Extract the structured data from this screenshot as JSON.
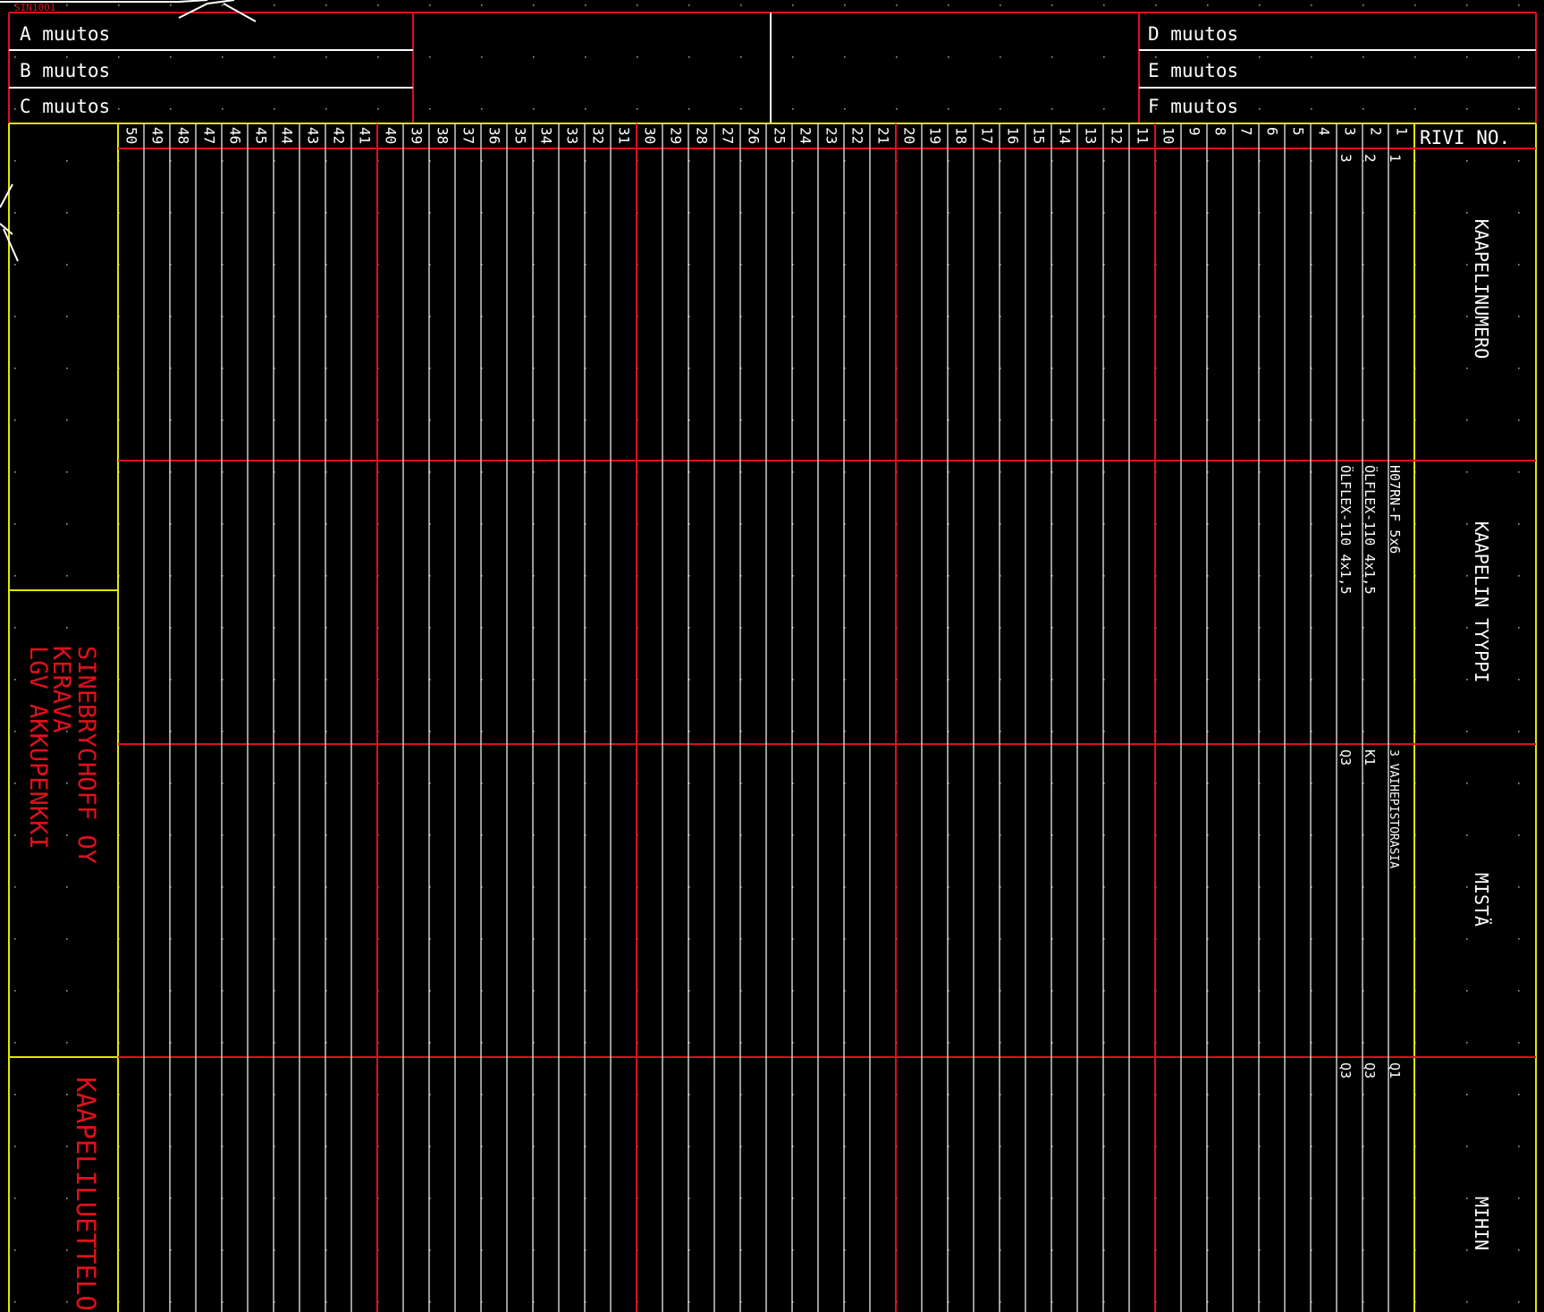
{
  "tag": "SIN1001",
  "revisions": {
    "left": [
      "A muutos",
      "B muutos",
      "C muutos"
    ],
    "right": [
      "D muutos",
      "E muutos",
      "F muutos"
    ]
  },
  "header": {
    "row_no_label": "RIVI NO.",
    "column_numbers": [
      "50",
      "49",
      "48",
      "47",
      "46",
      "45",
      "44",
      "43",
      "42",
      "41",
      "40",
      "39",
      "38",
      "37",
      "36",
      "35",
      "34",
      "33",
      "32",
      "31",
      "30",
      "29",
      "28",
      "27",
      "26",
      "25",
      "24",
      "23",
      "22",
      "21",
      "20",
      "19",
      "18",
      "17",
      "16",
      "15",
      "14",
      "13",
      "12",
      "11",
      "10",
      "9",
      "8",
      "7",
      "6",
      "5",
      "4",
      "3",
      "2",
      "1"
    ]
  },
  "sections": {
    "cable_number": "KAAPELINUMERO",
    "cable_type": "KAAPELIN TYYPPI",
    "from": "MISTÄ",
    "to": "MIHIN"
  },
  "title_block": {
    "company": "SINEBRYCHOFF OY",
    "location": "KERAVA",
    "project": "LGV AKKUPENKKI",
    "document": "KAAPELILUETTELO"
  },
  "rows": [
    {
      "row": "1",
      "cable_number": "1",
      "cable_type": "H07RN-F 5x6",
      "from": "3 VAIHEPISTORASIA",
      "to": "Q1"
    },
    {
      "row": "2",
      "cable_number": "2",
      "cable_type": "ÖLFLEX-110 4x1,5",
      "from": "K1",
      "to": "Q3"
    },
    {
      "row": "3",
      "cable_number": "3",
      "cable_type": "ÖLFLEX-110 4x1,5",
      "from": "Q3",
      "to": "Q3"
    }
  ],
  "colors": {
    "background": "#000000",
    "frame": "#e0101c",
    "border": "#e6e600",
    "grid": "#ffffff",
    "title_text": "#e0101c"
  }
}
